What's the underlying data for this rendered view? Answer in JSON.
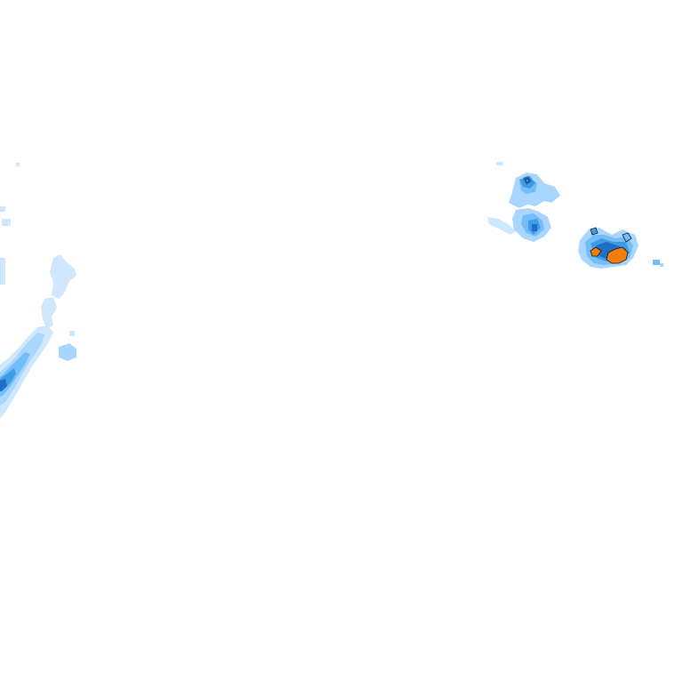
{
  "map": {
    "layer": "precipitation-radar",
    "background_color": "#ffffff",
    "palette": {
      "very_light": "#cfe8ff",
      "light": "#a9d6ff",
      "moderate": "#74bdf8",
      "medium": "#3f9de6",
      "heavy": "#1f6fc4",
      "intense": "#f07d0c",
      "outline": "#1a1a1a"
    },
    "echo_regions": [
      {
        "id": "west-band",
        "intensities": [
          "very_light",
          "light",
          "moderate",
          "medium",
          "heavy"
        ]
      },
      {
        "id": "northeast-cell-a",
        "intensities": [
          "light",
          "moderate",
          "medium",
          "heavy"
        ]
      },
      {
        "id": "northeast-cell-b",
        "intensities": [
          "light",
          "moderate",
          "medium",
          "heavy",
          "intense"
        ]
      }
    ]
  }
}
